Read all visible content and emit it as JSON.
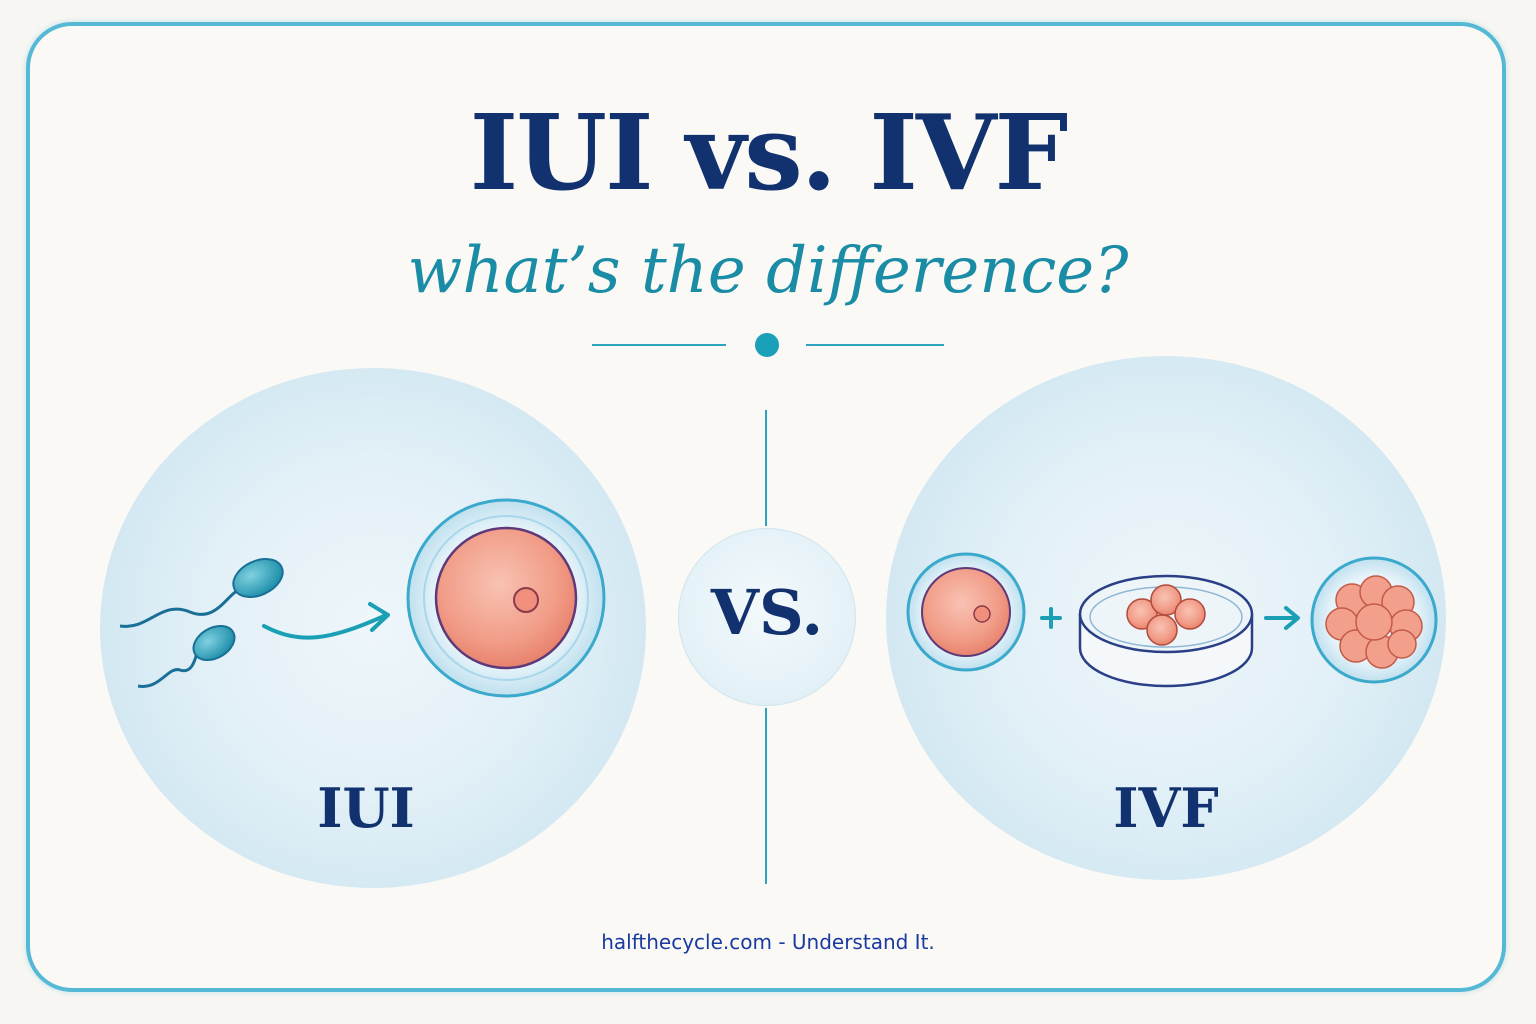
{
  "header": {
    "title": "IUI vs. IVF",
    "subtitle": "what’s the difference?"
  },
  "center": {
    "vs_label": "VS."
  },
  "left_panel": {
    "label": "IUI",
    "icons": [
      "sperm-icon",
      "arrow-right-icon",
      "egg-icon"
    ]
  },
  "right_panel": {
    "label": "IVF",
    "icons": [
      "egg-icon",
      "plus-icon",
      "petri-dish-icon",
      "arrow-right-icon",
      "embryo-icon"
    ]
  },
  "footer": {
    "text": "halfthecycle.com - Understand It."
  },
  "colors": {
    "navy": "#12316f",
    "teal": "#1a8ca5",
    "border": "#55b9d6",
    "egg": "#f2a18f",
    "blob": "#dceef6"
  }
}
